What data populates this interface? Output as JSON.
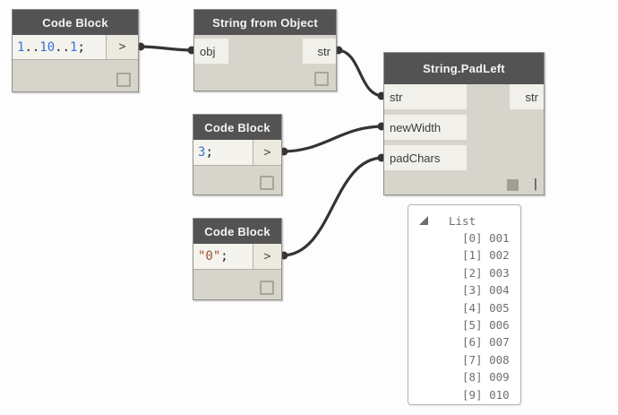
{
  "nodes": {
    "code_block_1": {
      "title": "Code Block",
      "output_label": ">",
      "code_segments": [
        {
          "text": "1",
          "type": "number"
        },
        {
          "text": "..",
          "type": "operator"
        },
        {
          "text": "10",
          "type": "number"
        },
        {
          "text": "..",
          "type": "operator"
        },
        {
          "text": "1",
          "type": "number"
        },
        {
          "text": ";",
          "type": "operator"
        }
      ]
    },
    "string_from_object": {
      "title": "String from Object",
      "input_label": "obj",
      "output_label": "str"
    },
    "code_block_2": {
      "title": "Code Block",
      "output_label": ">",
      "code_segments": [
        {
          "text": "3",
          "type": "number"
        },
        {
          "text": ";",
          "type": "operator"
        }
      ]
    },
    "code_block_3": {
      "title": "Code Block",
      "output_label": ">",
      "code_segments": [
        {
          "text": "\"0\"",
          "type": "string"
        },
        {
          "text": ";",
          "type": "operator"
        }
      ]
    },
    "string_padleft": {
      "title": "String.PadLeft",
      "input_labels": [
        "str",
        "newWidth",
        "padChars"
      ],
      "output_label": "str",
      "lacing_indicator": "|"
    }
  },
  "preview_bubble": {
    "label": "List",
    "items": [
      {
        "index": "[0]",
        "value": "001"
      },
      {
        "index": "[1]",
        "value": "002"
      },
      {
        "index": "[2]",
        "value": "003"
      },
      {
        "index": "[3]",
        "value": "004"
      },
      {
        "index": "[4]",
        "value": "005"
      },
      {
        "index": "[5]",
        "value": "006"
      },
      {
        "index": "[6]",
        "value": "007"
      },
      {
        "index": "[7]",
        "value": "008"
      },
      {
        "index": "[8]",
        "value": "009"
      },
      {
        "index": "[9]",
        "value": "010"
      }
    ]
  },
  "colors": {
    "header_bg": "#535353",
    "node_body": "#d7d4cb",
    "port_bg": "#f1f0ea",
    "wire": "#343434",
    "code_number": "#3273d8",
    "code_string": "#a5512d",
    "code_operator": "#23232d",
    "list_text": "#6f6f6f"
  }
}
